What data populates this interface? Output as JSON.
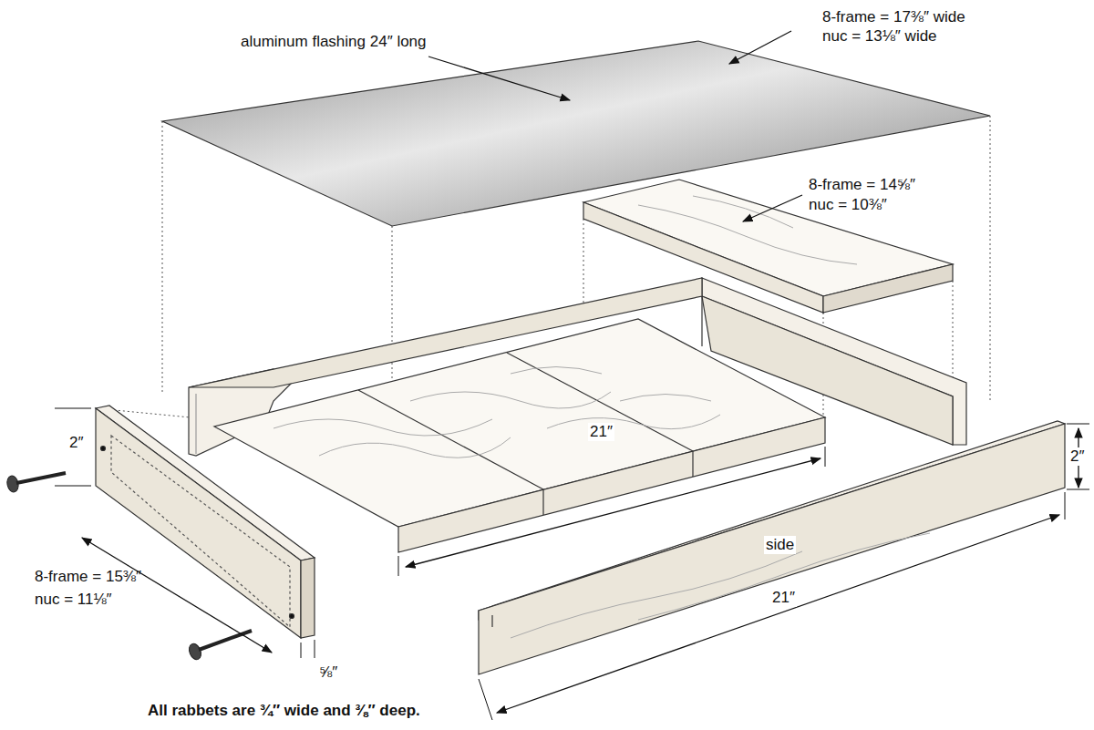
{
  "diagram": {
    "labels": [
      "aluminum flashing 24″ long",
      "8-frame = 17⅜″ wide",
      "nuc = 13⅛″ wide",
      "8-frame = 14⅝″",
      "nuc = 10⅜″",
      "2″",
      "21″",
      "8-frame = 15⅜″",
      "nuc = 11⅛″",
      "⅝″",
      "side",
      "21″",
      "2″",
      "All rabbets are ¾″ wide and ⅜″ deep."
    ]
  }
}
